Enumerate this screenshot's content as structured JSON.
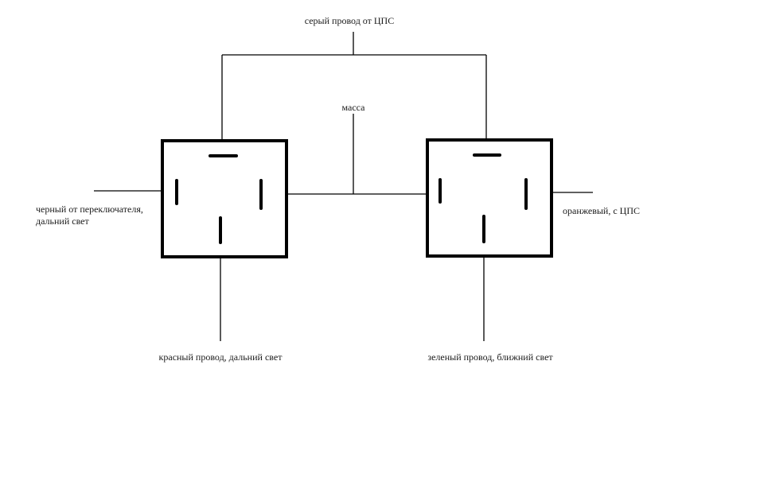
{
  "labels": {
    "gray_wire": "серый провод от ЦПС",
    "ground": "масса",
    "black_wire_line1": "черный от переключателя,",
    "black_wire_line2": "дальний свет",
    "orange_wire": "оранжевый, с ЦПС",
    "red_wire": "красный провод, дальний свет",
    "green_wire": "зеленый провод, ближний свет"
  }
}
